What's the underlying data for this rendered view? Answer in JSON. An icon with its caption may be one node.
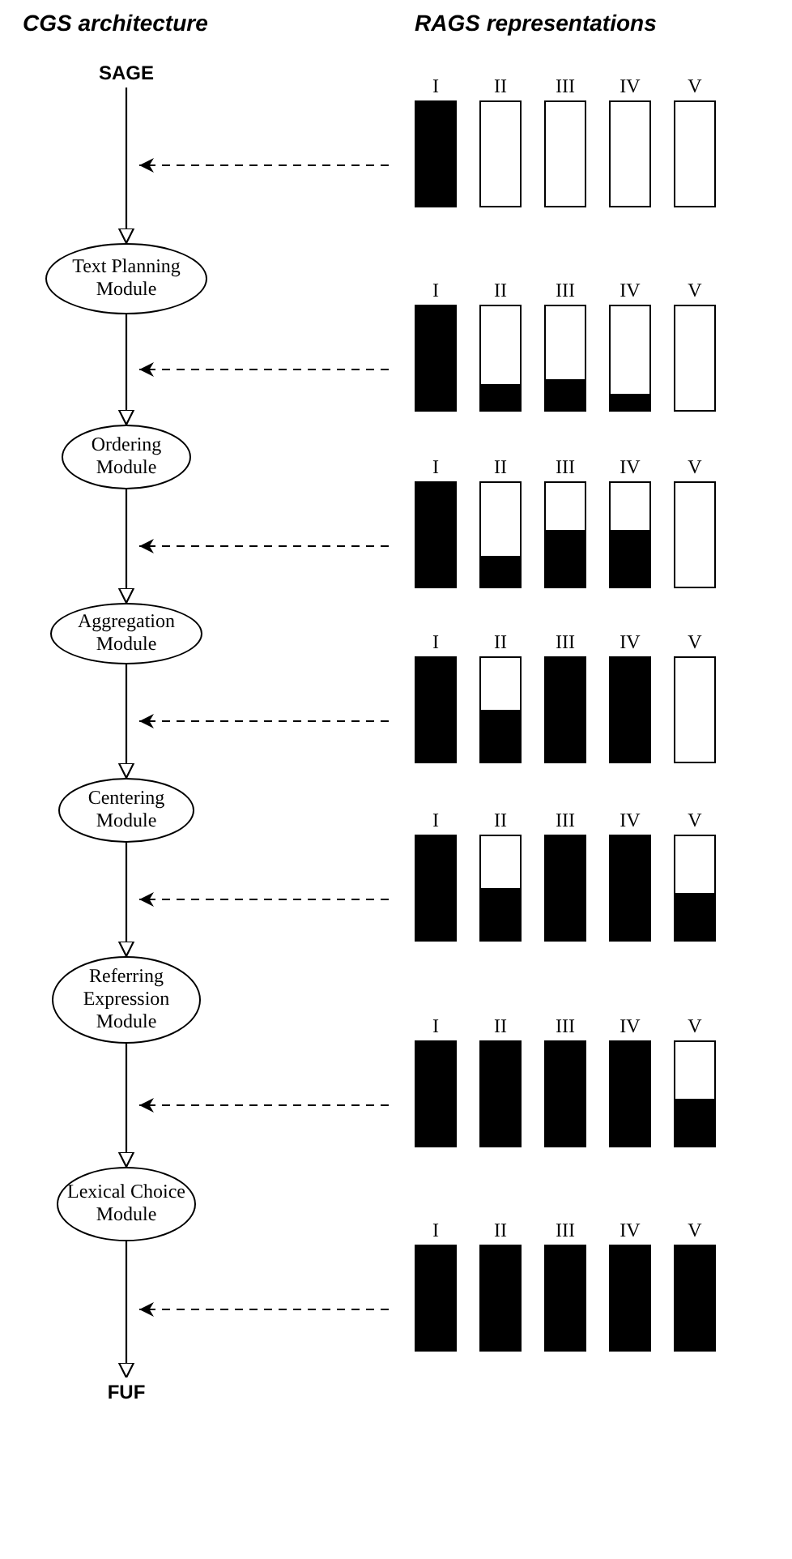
{
  "diagram": {
    "nodes": [
      {
        "text": [
          "SAGE"
        ]
      },
      {
        "text": [
          "Text Planning Module"
        ]
      },
      {
        "text": [
          "Ordering Module"
        ]
      },
      {
        "text": [
          "Aggregation Module"
        ]
      },
      {
        "text": [
          "Centering Module"
        ]
      },
      {
        "text": [
          "Referring Expression Module"
        ]
      },
      {
        "text": [
          "Lexical Choice Module"
        ]
      },
      {
        "text": [
          "FUF"
        ]
      },
      {
        "text": [
          "I"
        ]
      },
      {
        "text": [
          "II"
        ]
      },
      {
        "text": [
          "III"
        ]
      },
      {
        "text": [
          "IV"
        ]
      },
      {
        "text": [
          "V"
        ]
      },
      {
        "text": [
          "I"
        ]
      },
      {
        "text": [
          "II"
        ]
      },
      {
        "text": [
          "III"
        ]
      },
      {
        "text": [
          "IV"
        ]
      },
      {
        "text": [
          "V"
        ]
      },
      {
        "text": [
          "I"
        ]
      },
      {
        "text": [
          "II"
        ]
      },
      {
        "text": [
          "III"
        ]
      },
      {
        "text": [
          "IV"
        ]
      },
      {
        "text": [
          "V"
        ]
      },
      {
        "text": [
          "I"
        ]
      },
      {
        "text": [
          "II"
        ]
      },
      {
        "text": [
          "III"
        ]
      },
      {
        "text": [
          "IV"
        ]
      },
      {
        "text": [
          "V"
        ]
      },
      {
        "text": [
          "I"
        ]
      },
      {
        "text": [
          "II"
        ]
      },
      {
        "text": [
          "III"
        ]
      },
      {
        "text": [
          "IV"
        ]
      },
      {
        "text": [
          "V"
        ]
      },
      {
        "text": [
          "I"
        ]
      },
      {
        "text": [
          "II"
        ]
      },
      {
        "text": [
          "III"
        ]
      },
      {
        "text": [
          "IV"
        ]
      },
      {
        "text": [
          "V"
        ]
      },
      {
        "text": [
          "I"
        ]
      },
      {
        "text": [
          "II"
        ]
      },
      {
        "text": [
          "III"
        ]
      },
      {
        "text": [
          "IV"
        ]
      },
      {
        "text": [
          "V"
        ]
      }
    ],
    "edges": [
      {
        "from": 0,
        "to": 1,
        "arrow": "to"
      },
      {
        "from": 1,
        "to": 2,
        "arrow": "to"
      },
      {
        "from": 2,
        "to": 3,
        "arrow": "to"
      },
      {
        "from": 3,
        "to": 4,
        "arrow": "to"
      },
      {
        "from": 4,
        "to": 5,
        "arrow": "to"
      },
      {
        "from": 5,
        "to": 6,
        "arrow": "to"
      },
      {
        "from": 6,
        "to": 7,
        "arrow": "to"
      },
      {
        "from": 8,
        "to": null,
        "arrow": "to",
        "style": "dashed"
      },
      {
        "from": 13,
        "to": null,
        "arrow": "to",
        "style": "dashed"
      },
      {
        "from": 18,
        "to": null,
        "arrow": "to",
        "style": "dashed"
      },
      {
        "from": 23,
        "to": null,
        "arrow": "to",
        "style": "dashed"
      },
      {
        "from": 28,
        "to": null,
        "arrow": "to",
        "style": "dashed"
      },
      {
        "from": 33,
        "to": null,
        "arrow": "to",
        "style": "dashed"
      },
      {
        "from": 38,
        "to": null,
        "arrow": "to",
        "style": "dashed"
      }
    ],
    "labels": [
      "CGS architecture",
      "RAGS representations"
    ]
  }
}
